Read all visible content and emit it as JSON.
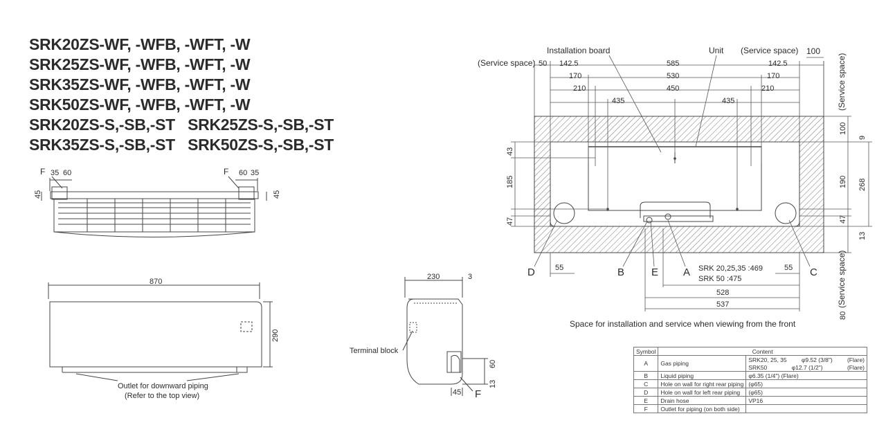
{
  "models": [
    "SRK20ZS-WF, -WFB, -WFT, -W",
    "SRK25ZS-WF, -WFB, -WFT, -W",
    "SRK35ZS-WF, -WFB, -WFT, -W",
    "SRK50ZS-WF, -WFB, -WFT, -W",
    "SRK20ZS-S,-SB,-ST   SRK25ZS-S,-SB,-ST",
    "SRK35ZS-S,-SB,-ST   SRK50ZS-S,-SB,-ST"
  ],
  "top_view": {
    "f_left": "F",
    "f_right": "F",
    "d35": "35",
    "d60": "60",
    "d45": "45"
  },
  "front_view": {
    "width": "870",
    "height": "290",
    "outlet_line1": "Outlet for downward piping",
    "outlet_line2": "(Refer to the top view)"
  },
  "side_view": {
    "depth": "230",
    "d3": "3",
    "terminal_block": "Terminal block",
    "d60": "60",
    "d13": "13",
    "d45": "45",
    "f": "F"
  },
  "install_view": {
    "installation_board": "Installation board",
    "unit": "Unit",
    "service_space": "(Service space)",
    "d50": "50",
    "d100": "100",
    "d142_5": "142.5",
    "d585": "585",
    "d170": "170",
    "d530": "530",
    "d210": "210",
    "d450": "450",
    "d435": "435",
    "d43": "43",
    "d185": "185",
    "d47": "47",
    "d9": "9",
    "d190": "190",
    "d268": "268",
    "d13": "13",
    "d55": "55",
    "d80": "80",
    "sym_a": "A",
    "sym_b": "B",
    "sym_c": "C",
    "sym_d": "D",
    "sym_e": "E",
    "srk_a_label": "SRK 20,25,35 :469",
    "srk_b_label": "SRK 50          :475",
    "d528": "528",
    "d537": "537",
    "caption": "Space for installation and service when viewing from the front"
  },
  "symbol_table": {
    "header_symbol": "Symbol",
    "header_content": "Content",
    "rows": [
      {
        "symbol": "A",
        "desc": "Gas piping",
        "c1": "SRK20, 25, 35",
        "c2": "φ9.52  (3/8\")",
        "c3": "(Flare)",
        "c4": "SRK50",
        "c5": "φ12.7  (1/2\")",
        "c6": "(Flare)"
      },
      {
        "symbol": "B",
        "desc": "Liquid piping",
        "c1": "φ6.35  (1/4\")    (Flare)"
      },
      {
        "symbol": "C",
        "desc": "Hole on wall for right rear piping",
        "c1": "(φ65)"
      },
      {
        "symbol": "D",
        "desc": "Hole on wall for left rear piping",
        "c1": "(φ65)"
      },
      {
        "symbol": "E",
        "desc": "Drain hose",
        "c1": "VP16"
      },
      {
        "symbol": "F",
        "desc": "Outlet for piping  (on both side)",
        "c1": ""
      }
    ]
  }
}
